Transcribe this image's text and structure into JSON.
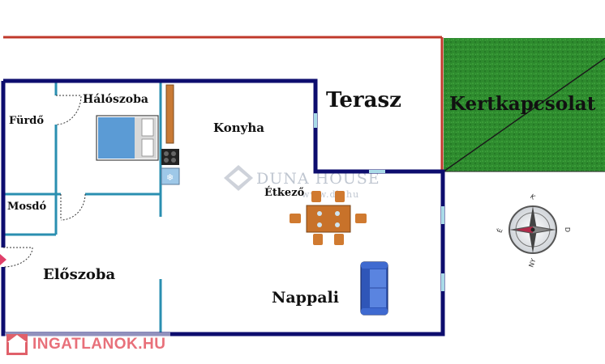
{
  "rooms": {
    "terasz": "Terasz",
    "kert": "Kertkapcsolat",
    "halo": "Hálószoba",
    "furdo": "Fürdő",
    "konyha": "Konyha",
    "etkezo": "Étkező",
    "mosdo": "Mosdó",
    "eloszoba": "Előszoba",
    "nappali": "Nappali"
  },
  "watermark": {
    "brand": "DUNA HOUSE",
    "url": "www.dh.hu"
  },
  "badge": {
    "text": "INGATLANOK.HU"
  },
  "compass": {
    "n": "K",
    "s": "NY",
    "e": "D",
    "w": "É"
  },
  "colors": {
    "wall": "#0d0d6e",
    "partition": "#2a8fb0",
    "lot_line": "#c0392b",
    "garden": "#2f8a2f",
    "badge": "#e8707a"
  }
}
